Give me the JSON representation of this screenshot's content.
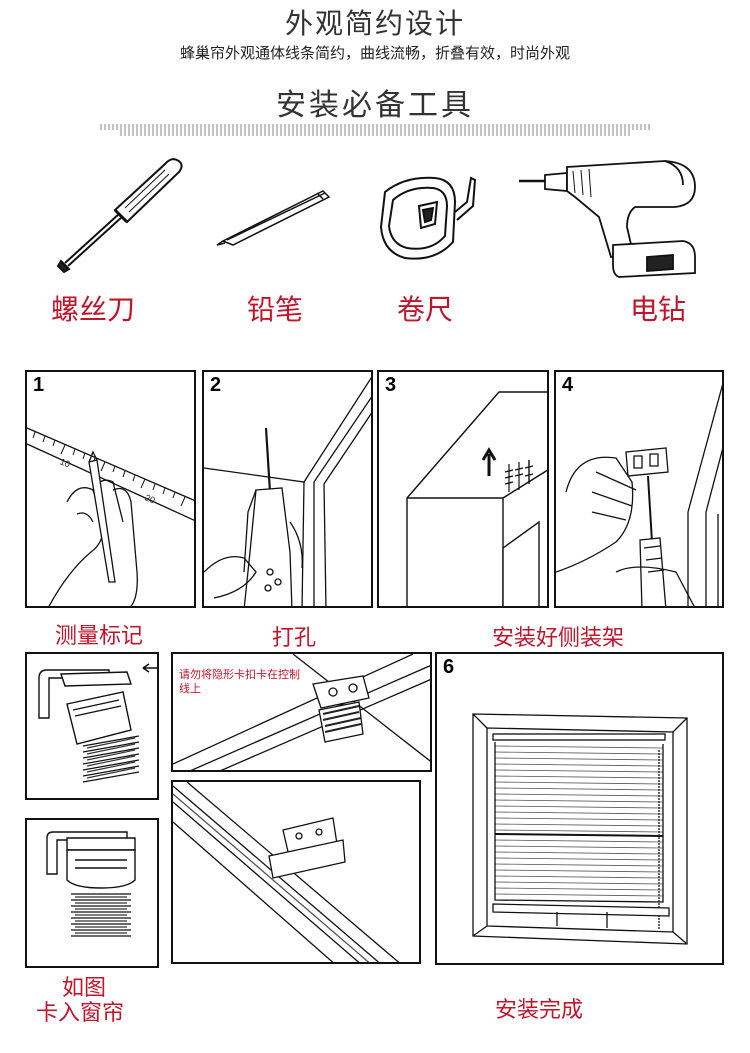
{
  "header": {
    "title": "外观简约设计",
    "subtitle": "蜂巢帘外观通体线条简约，曲线流畅，折叠有效，时尚外观",
    "tools_title": "安装必备工具"
  },
  "tools": [
    {
      "label": "螺丝刀",
      "icon": "screwdriver-icon"
    },
    {
      "label": "铅笔",
      "icon": "pencil-icon"
    },
    {
      "label": "卷尺",
      "icon": "tape-measure-icon"
    },
    {
      "label": "电钻",
      "icon": "electric-drill-icon"
    }
  ],
  "steps": {
    "s1": {
      "num": "1",
      "label": "测量标记",
      "ruler_ticks": [
        "10",
        "20"
      ]
    },
    "s2": {
      "num": "2",
      "label": "打孔"
    },
    "s3": {
      "num": "3"
    },
    "s4": {
      "num": "4"
    },
    "s34_label": "安装好侧装架",
    "clip_note": "请勿将隐形卡扣卡在控制线上",
    "clip_label_1": "如图",
    "clip_label_2": "卡入窗帘",
    "s6": {
      "num": "6",
      "label": "安装完成"
    }
  },
  "colors": {
    "accent": "#c0162c",
    "line": "#111111"
  }
}
